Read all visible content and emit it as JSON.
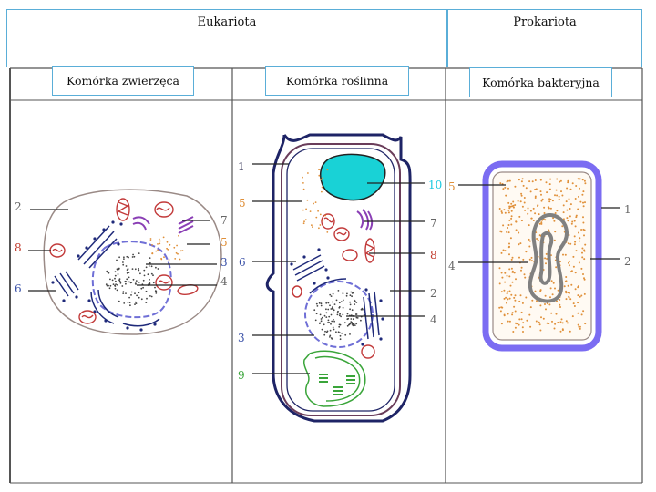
{
  "headers": {
    "eukaryota": "Eukariota",
    "prokaryota": "Prokariota"
  },
  "cell_types": {
    "animal": "Komórka zwierzęca",
    "plant": "Komórka roślinna",
    "bacterial": "Komórka bakteryjna"
  },
  "animal_labels": {
    "n2": "2",
    "n8": "8",
    "n6": "6",
    "n7": "7",
    "n5": "5",
    "n3": "3",
    "n4": "4"
  },
  "plant_labels": {
    "n1": "1",
    "n5": "5",
    "n6": "6",
    "n3": "3",
    "n9": "9",
    "n10": "10",
    "n7": "7",
    "n8": "8",
    "n2": "2",
    "n4": "4"
  },
  "bacterial_labels": {
    "n5": "5",
    "n4": "4",
    "n1": "1",
    "n2": "2"
  },
  "colors": {
    "grid": "#555555",
    "header_border": "#5aaed8",
    "membrane_dark": "#1e2466",
    "nucleus": "#6f6fd6",
    "chromatin": "#444444",
    "mitochondria": "#c23a3a",
    "golgi": "#8a3fb5",
    "ribosome": "#e0903a",
    "er": "#1f2a7a",
    "chloroplast": "#3aa53a",
    "vacuole": "#19d2d6",
    "bacterial_wall": "#7b6cf2",
    "label_gray": "#666666",
    "label_red": "#c0392b",
    "label_blue": "#3b52a8",
    "label_orange": "#e0903a",
    "label_green": "#3aa53a",
    "label_cyan": "#19c9e0",
    "label_dark": "#3a3a5a"
  }
}
